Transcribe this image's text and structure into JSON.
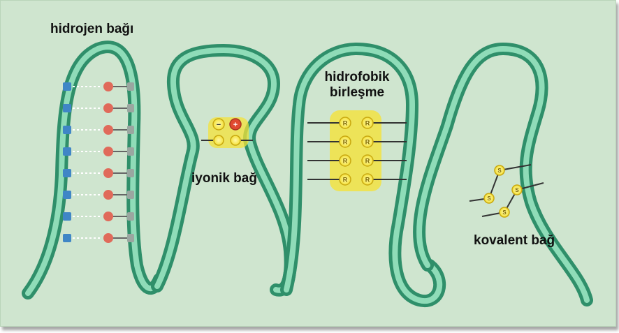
{
  "labels": {
    "hydrogen_bond": "hidrojen bağı",
    "ionic_bond": "iyonik bağ",
    "hydrophobic_line1": "hidrofobik",
    "hydrophobic_line2": "birleşme",
    "covalent_bond": "kovalent bağ"
  },
  "ionic_symbols": {
    "minus": "−",
    "plus": "+"
  },
  "hydrophobic_symbol": "R",
  "covalent_symbol": "S",
  "colors": {
    "background": "#cfe5cf",
    "ribbon": "#4fb88f",
    "ribbon_dark": "#2f8f6a",
    "hydrogen_donor": "#3f86c6",
    "hydrogen_acceptor": "#e06a5a",
    "yellow_group": "#f4e23a",
    "ionic_red": "#e04a30"
  }
}
